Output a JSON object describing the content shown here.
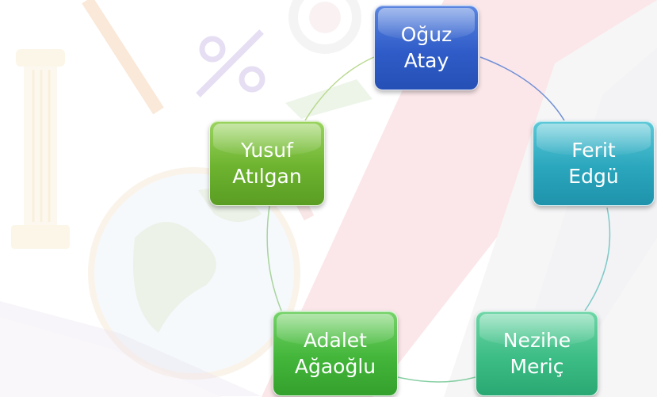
{
  "diagram": {
    "type": "cycle",
    "nodes": [
      {
        "id": "oguz",
        "line1": "Oğuz",
        "line2": "Atay",
        "color": "#3563cc"
      },
      {
        "id": "ferit",
        "line1": "Ferit",
        "line2": "Edgü",
        "color": "#2aa6bd"
      },
      {
        "id": "nezihe",
        "line1": "Nezihe",
        "line2": "Meriç",
        "color": "#3dbd86"
      },
      {
        "id": "adalet",
        "line1": "Adalet",
        "line2": "Ağaoğlu",
        "color": "#43b63a"
      },
      {
        "id": "yusuf",
        "line1": "Yusuf",
        "line2": "Atılgan",
        "color": "#6db32f"
      }
    ],
    "background_icons": [
      "column-icon",
      "percent-icon",
      "pencil-icon",
      "globe-icon",
      "book-icon",
      "target-icon"
    ]
  }
}
